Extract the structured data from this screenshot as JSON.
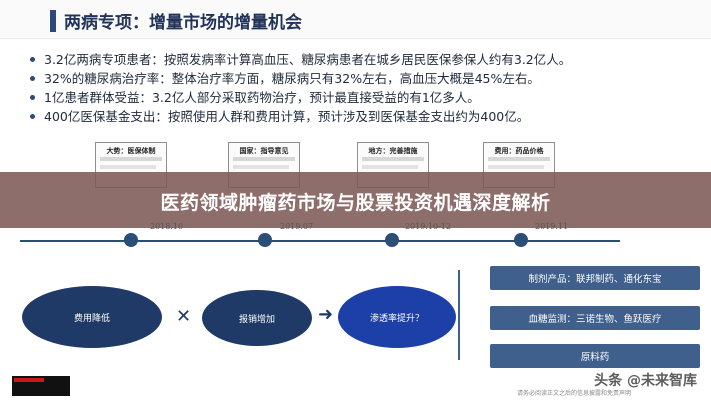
{
  "slide": {
    "title": "两病专项：增量市场的增量机会",
    "bullets": [
      "3.2亿两病专项患者：按照发病率计算高血压、糖尿病患者在城乡居民医保参保人约有3.2亿人。",
      "32%的糖尿病治疗率：整体治疗率方面，糖尿病只有32%左右，高血压大概是45%左右。",
      "1亿患者群体受益：3.2亿人部分采取药物治疗，预计最直接受益的有1亿多人。",
      "400亿医保基金支出：按照使用人群和费用计算，预计涉及到医保基金支出约为400亿。"
    ],
    "timeline_boxes": [
      {
        "label": "大势：医保体制"
      },
      {
        "label": "国家：指导意见"
      },
      {
        "label": "地方：完善措施"
      },
      {
        "label": "费用：药品价格"
      }
    ],
    "timeline_dates": [
      "2018.10",
      "2019.07",
      "2019.10-12",
      "2019.11"
    ],
    "flow": {
      "left": "费用降低",
      "middle": "报销增加",
      "right": "渗透率提升？"
    },
    "right_boxes": [
      "制剂产品：联邦制药、通化东宝",
      "血糖监测：三诺生物、鱼跃医疗",
      "原料药"
    ],
    "watermark": "头条 @未来智库",
    "footnote": "请务必阅读正文之后的信息披露和免责声明"
  },
  "banner": {
    "text": "医药领域肿瘤药市场与股票投资机遇深度解析"
  }
}
